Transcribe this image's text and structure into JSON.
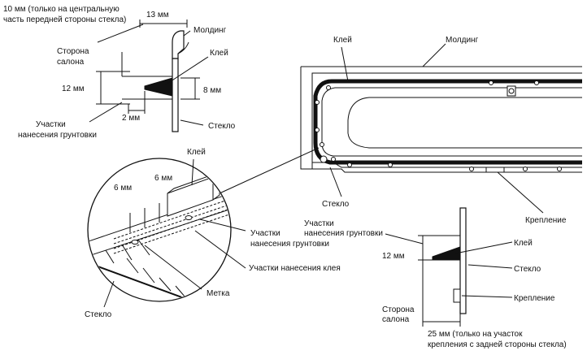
{
  "labels": {
    "top_left_note": [
      "10 мм (только на  центральную",
      "часть передней стороны стекла)"
    ],
    "dim_13": "13 мм",
    "molding_left": "Молдинг",
    "cabin_side_left": [
      "Сторона",
      "салона"
    ],
    "glue_left": "Клей",
    "dim_12_left": "12 мм",
    "dim_8": "8 мм",
    "dim_2": "2 мм",
    "glass_left": "Стекло",
    "primer_left": [
      "Участки",
      "нанесения грунтовки"
    ],
    "glue_main": "Клей",
    "molding_main": "Молдинг",
    "glass_main": "Стекло",
    "mount_main": "Крепление",
    "circle_glue": "Клей",
    "circle_6a": "6 мм",
    "circle_6b": "6 мм",
    "circle_primer": [
      "Участки",
      "нанесения грунтовки"
    ],
    "circle_glue_area": "Участки нанесения клея",
    "circle_mark": "Метка",
    "circle_glass": "Стекло",
    "br_primer": [
      "Участки",
      "нанесения грунтовки"
    ],
    "br_12": "12 мм",
    "br_glue": "Клей",
    "br_glass": "Стекло",
    "br_mount": "Крепление",
    "br_cabin_side": [
      "Сторона",
      "салона"
    ],
    "br_note": [
      "25 мм (только на участок",
      "крепления с задней стороны стекла)"
    ]
  }
}
